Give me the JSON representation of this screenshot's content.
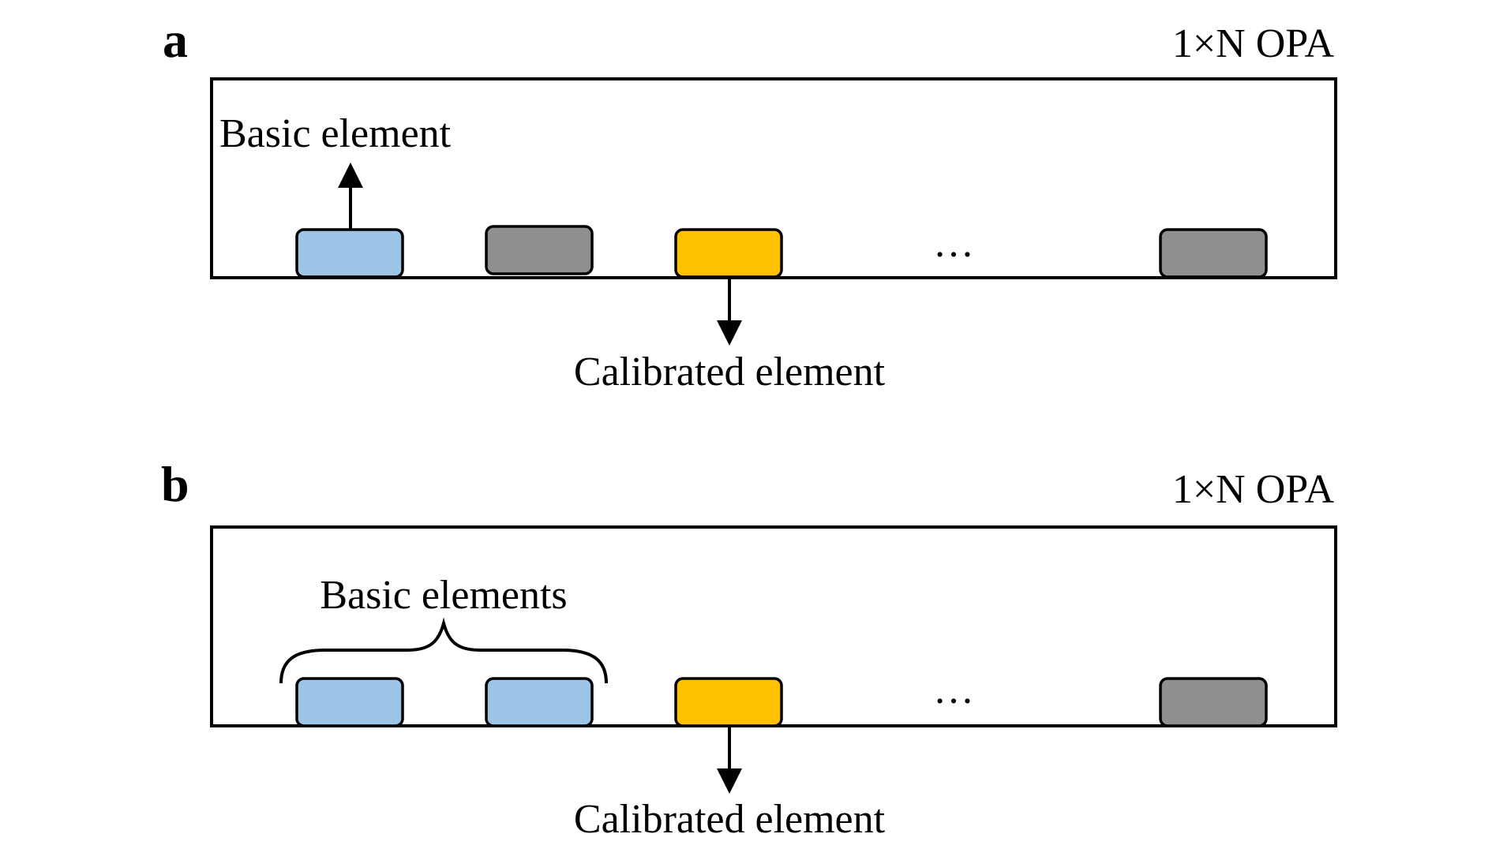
{
  "colors": {
    "basic": "#9dc3e6",
    "neutral": "#8f8f8f",
    "calibrated": "#ffc000"
  },
  "panels": [
    {
      "letter": "a",
      "title": "1×N OPA",
      "ellipsis": "…",
      "upper_label": "Basic element",
      "lower_label": "Calibrated element",
      "elements": [
        "basic",
        "neutral",
        "calibrated",
        "neutral"
      ]
    },
    {
      "letter": "b",
      "title": "1×N OPA",
      "ellipsis": "…",
      "upper_label": "Basic elements",
      "lower_label": "Calibrated element",
      "elements": [
        "basic",
        "basic",
        "calibrated",
        "neutral"
      ]
    }
  ]
}
